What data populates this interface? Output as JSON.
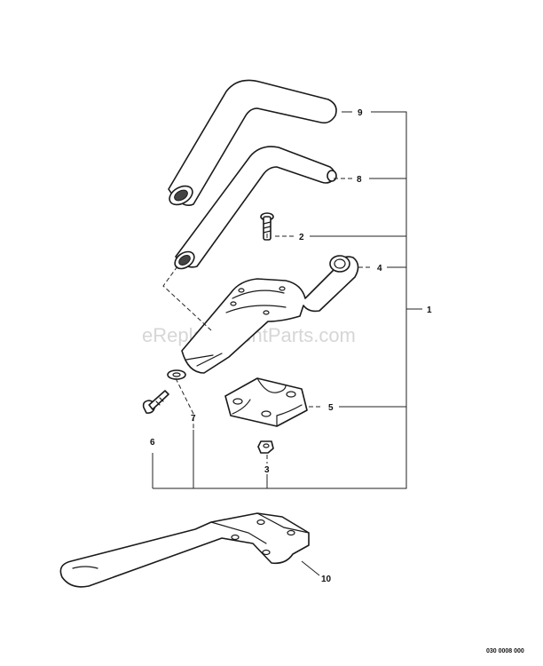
{
  "diagram": {
    "watermark": "eReplacementParts.com",
    "drawing_code": "030 0008 000",
    "callouts": {
      "c1": "1",
      "c2": "2",
      "c3": "3",
      "c4": "4",
      "c5": "5",
      "c6": "6",
      "c7": "7",
      "c8": "8",
      "c9": "9",
      "c10": "10"
    },
    "colors": {
      "line": "#1a1a1a",
      "watermark": "#d6d6d6",
      "background": "#ffffff"
    }
  }
}
